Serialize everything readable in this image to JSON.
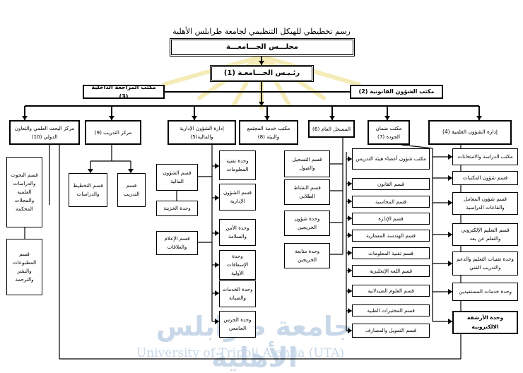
{
  "page_title": "رسم تخطيطي للهيكل التنظيمي لجامعة طرابلس الأهلية",
  "watermark": {
    "arabic": "جامعة طرابلس الأهلية",
    "english": "University of Tripoli Alahlia (UTA)"
  },
  "top": {
    "council": "مجلـــس الجـــامعـــة",
    "president": "رئـيـس الجـــامعـة (1)",
    "legal_office": "مكتب الشؤون القانونية (2)",
    "internal_audit": "مكتب المراجعة الداخلية (3)"
  },
  "divisions": {
    "scientific_affairs": "إدارة الشؤون العلمية (4)",
    "quality": "مكتب ضمان الجودة (7)",
    "registrar": "المسجل العام (6)",
    "community": "مكتب خدمة المجتمع والبيئة (8)",
    "admin_finance": "إدارة الشؤون الإدارية والمالية(5)",
    "training": "مركز التدريب (9)",
    "research": "مركز البحث العلمي والتعاون الدولي (10)"
  },
  "scientific_sections": [
    "مكتب شؤون أعضاء هيئة التدريس",
    "قسم القانون",
    "قسم المحاسبة",
    "قسم الإدارة",
    "قسم الهندسة المعمارية",
    "قسم تقنية المعلومات",
    "قسم اللغة الإنجليزية",
    "قسم العلوم الصيدلانية",
    "قسم المختبرات الطبية",
    "قسم التمويل والمصارف"
  ],
  "scientific_offices": [
    "مكتب الدراسة والامتحانات",
    "قسم شؤون المكتبات",
    "قسم شؤون المعامل والقاعات الدراسية",
    "قسم التعليم الإلكتروني والتعلم عن بعد",
    "وحدة تقنيات التعليم والدعم والتدريب الفني",
    "وحدة خدمات المستفيدين",
    "وحدة الأرشفة الالكترونية"
  ],
  "registrar_units": [
    "قسم التسجيل والقبول",
    "قسم النشاط الطلابي",
    "وحدة شؤون الخريجين",
    "وحدة متابعة الخريجين"
  ],
  "admin_units": [
    "وحدة تقنية المعلومات",
    "قسم الشؤون الإدارية",
    "وحدة الأمن والسلامة",
    "وحدة الإسعافات الأولية",
    "وحدة الخدمات والصيانة",
    "وحدة الحرس الجامعي"
  ],
  "finance_units": {
    "finance_dept": "قسم الشؤون المالية",
    "treasury": "وحدة الخزينة",
    "media": "قسم الإعلام والعلاقات"
  },
  "training_units": [
    "قسم التدريب",
    "قسم التخطيط والدراسات"
  ],
  "research_units": [
    "قسم البحوث والدراسات العلمية والمجلات المحكمة",
    "قسم المطبوعات والنشر والترجمة"
  ]
}
